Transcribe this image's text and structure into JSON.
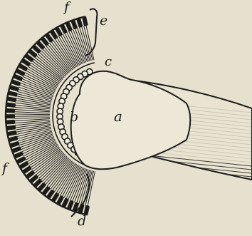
{
  "figure": {
    "labels": {
      "a": "a",
      "b": "b",
      "c": "c",
      "d": "d",
      "e": "e",
      "f_top": "f",
      "f_left": "f"
    },
    "colors": {
      "paper": "#e6e1cf",
      "ink": "#1e1c19"
    }
  }
}
